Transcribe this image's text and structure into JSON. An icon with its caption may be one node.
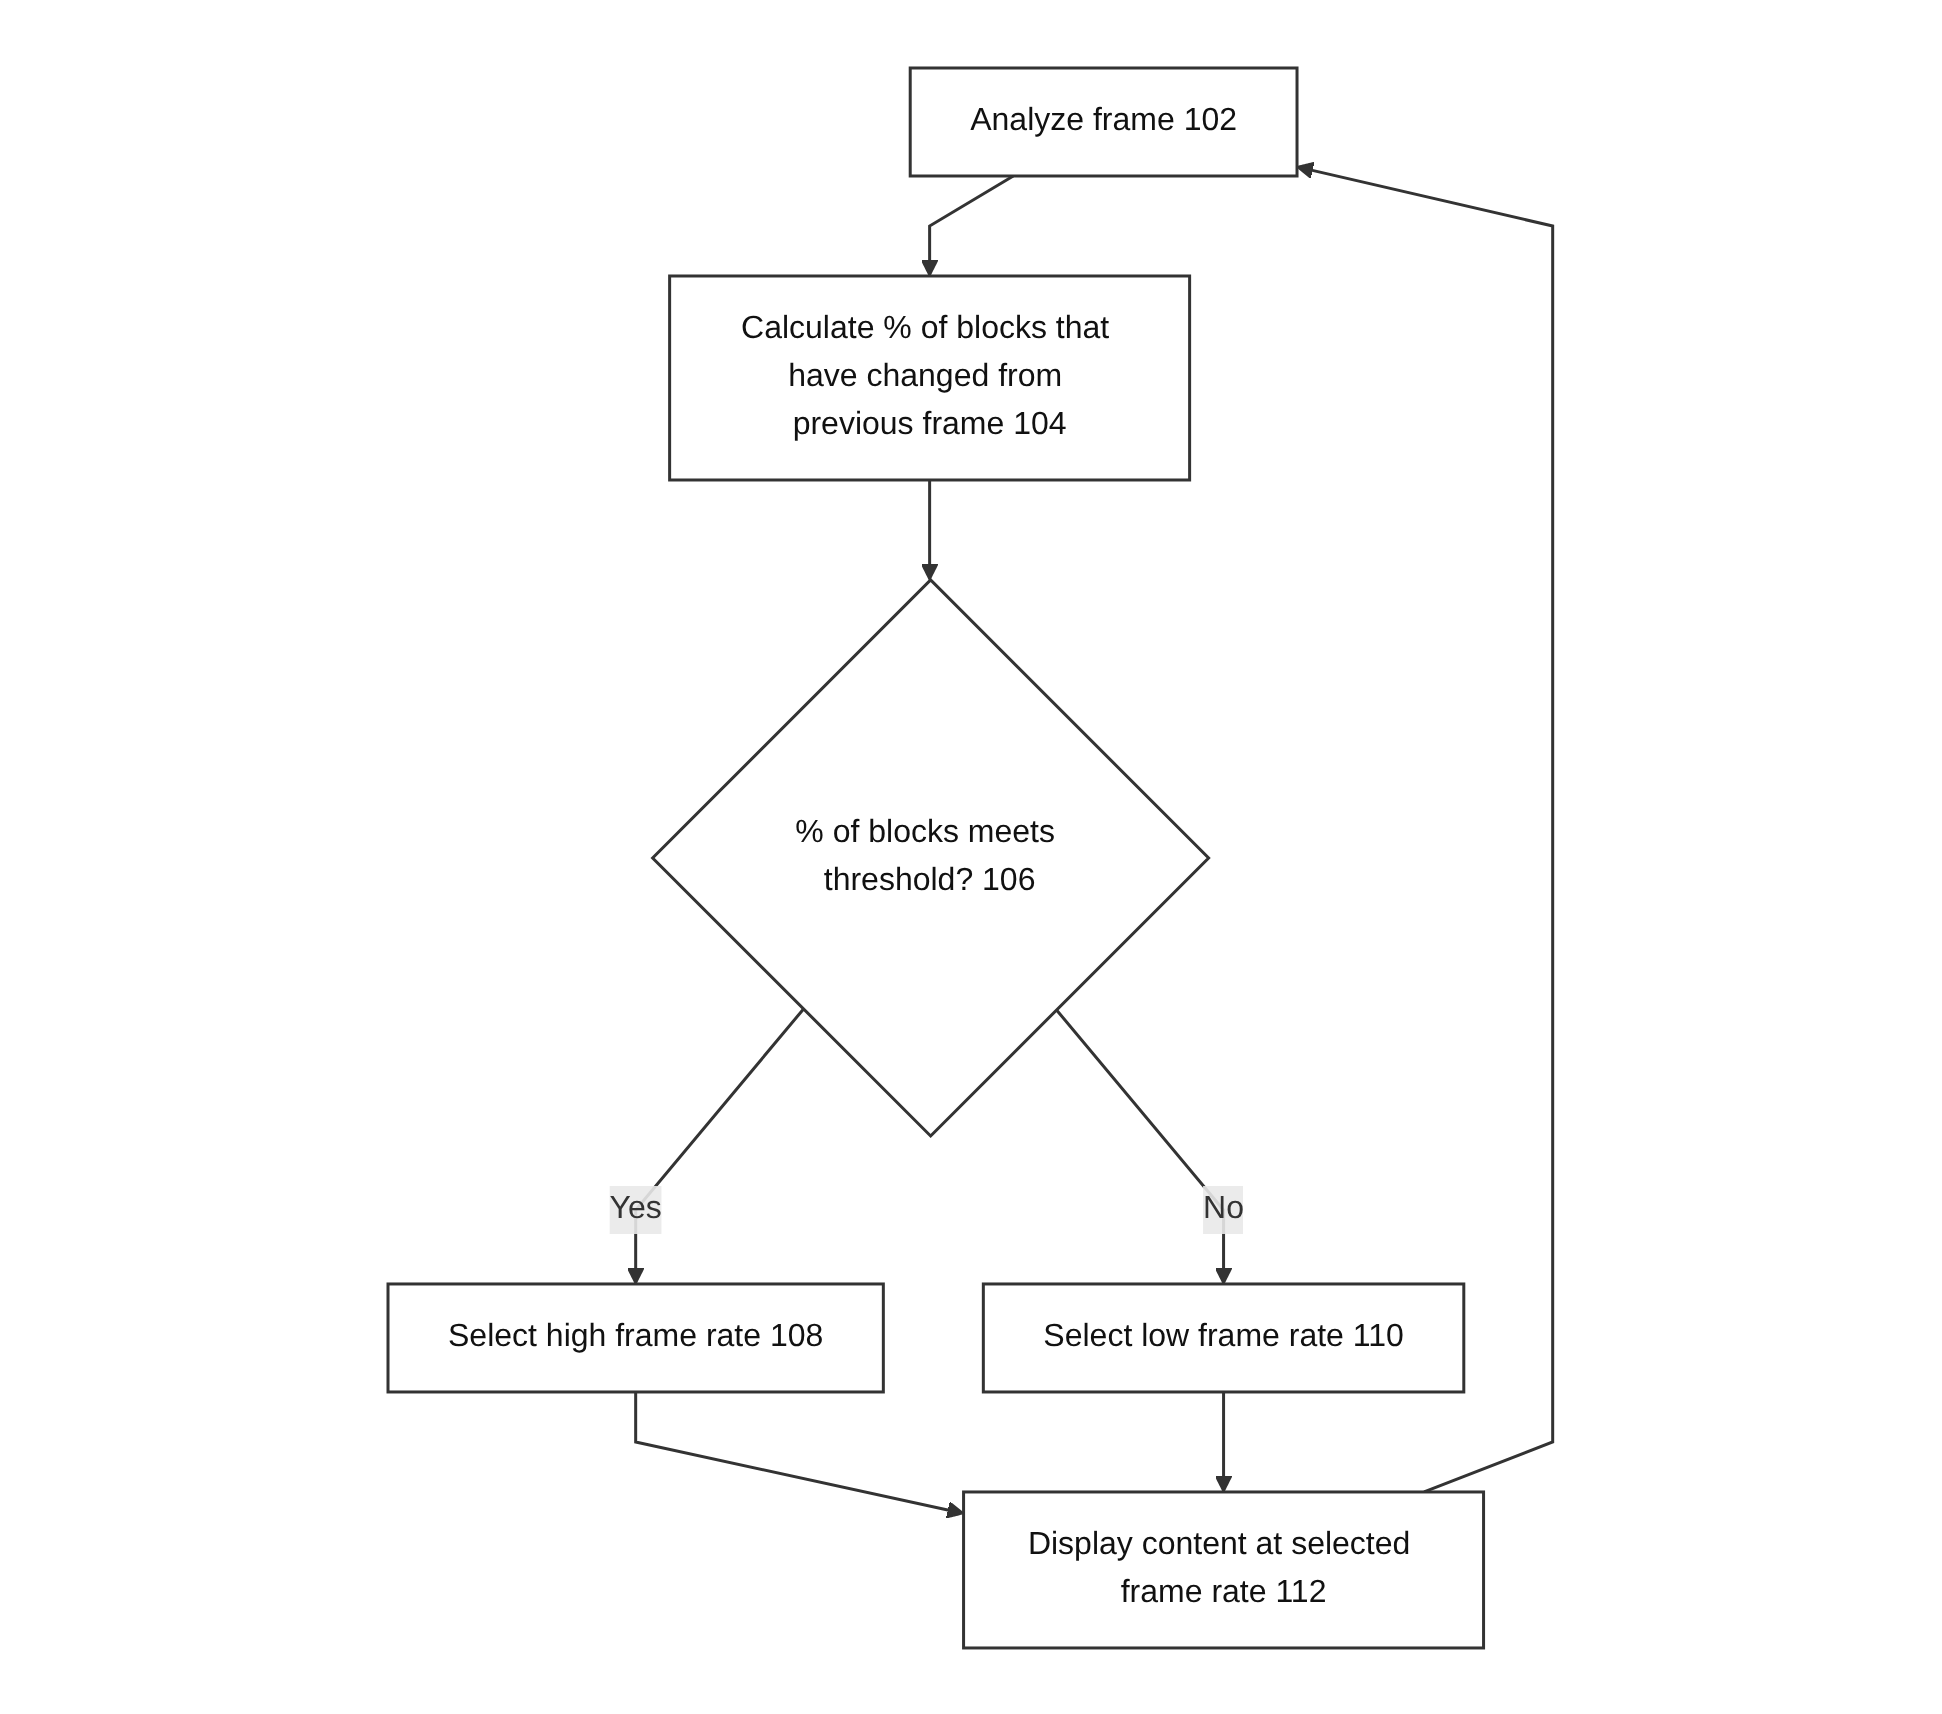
{
  "diagram": {
    "nodes": [
      {
        "text": [
          "Analyze frame 102"
        ]
      },
      {
        "text": [
          "Calculate % of blocks that have changed from previous frame 104"
        ]
      },
      {
        "text": [
          "% of blocks meets threshold? 106"
        ]
      },
      {
        "text": [
          "Select high frame rate 108"
        ]
      },
      {
        "text": [
          "Select low frame rate 110"
        ]
      },
      {
        "text": [
          "Display content at selected frame rate 112"
        ]
      }
    ],
    "edges": [
      {
        "from": 0,
        "to": 1,
        "arrow": "to"
      },
      {
        "from": 1,
        "to": 2,
        "arrow": "to"
      },
      {
        "from": 2,
        "to": 4,
        "arrow": "to",
        "label": "No"
      },
      {
        "from": 2,
        "to": 3,
        "arrow": "to",
        "label": "Yes"
      },
      {
        "from": 3,
        "to": 5,
        "arrow": "to"
      },
      {
        "from": 4,
        "to": 5,
        "arrow": "to"
      },
      {
        "from": 5,
        "to": 0,
        "arrow": "to"
      }
    ]
  }
}
